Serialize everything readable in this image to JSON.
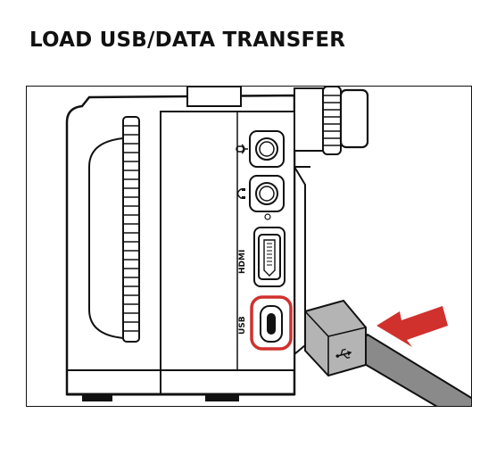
{
  "heading": "LOAD USB/DATA TRANSFER",
  "illustration": {
    "ports": {
      "hdmi_label": "HDMI",
      "usb_label": "USB"
    },
    "icons": [
      "microphone-icon",
      "headphones-icon",
      "usb-symbol-icon",
      "insertion-arrow-icon"
    ],
    "colors": {
      "highlight": "#d0312d",
      "line": "#111111",
      "cable": "#8a8a8a"
    }
  }
}
